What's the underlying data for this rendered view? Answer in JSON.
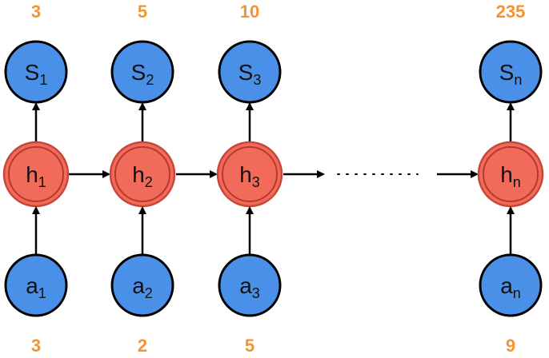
{
  "columns": [
    {
      "output_value": "3",
      "state": {
        "base": "S",
        "sub": "1"
      },
      "hidden": {
        "base": "h",
        "sub": "1"
      },
      "input": {
        "base": "a",
        "sub": "1"
      },
      "input_value": "3"
    },
    {
      "output_value": "5",
      "state": {
        "base": "S",
        "sub": "2"
      },
      "hidden": {
        "base": "h",
        "sub": "2"
      },
      "input": {
        "base": "a",
        "sub": "2"
      },
      "input_value": "2"
    },
    {
      "output_value": "10",
      "state": {
        "base": "S",
        "sub": "3"
      },
      "hidden": {
        "base": "h",
        "sub": "3"
      },
      "input": {
        "base": "a",
        "sub": "3"
      },
      "input_value": "5"
    },
    {
      "output_value": "235",
      "state": {
        "base": "S",
        "sub": "n"
      },
      "hidden": {
        "base": "h",
        "sub": "n"
      },
      "input": {
        "base": "a",
        "sub": "n"
      },
      "input_value": "9"
    }
  ],
  "colors": {
    "io_node": "#4a90e8",
    "hidden_node": "#f26a5a",
    "number": "#f59331"
  }
}
